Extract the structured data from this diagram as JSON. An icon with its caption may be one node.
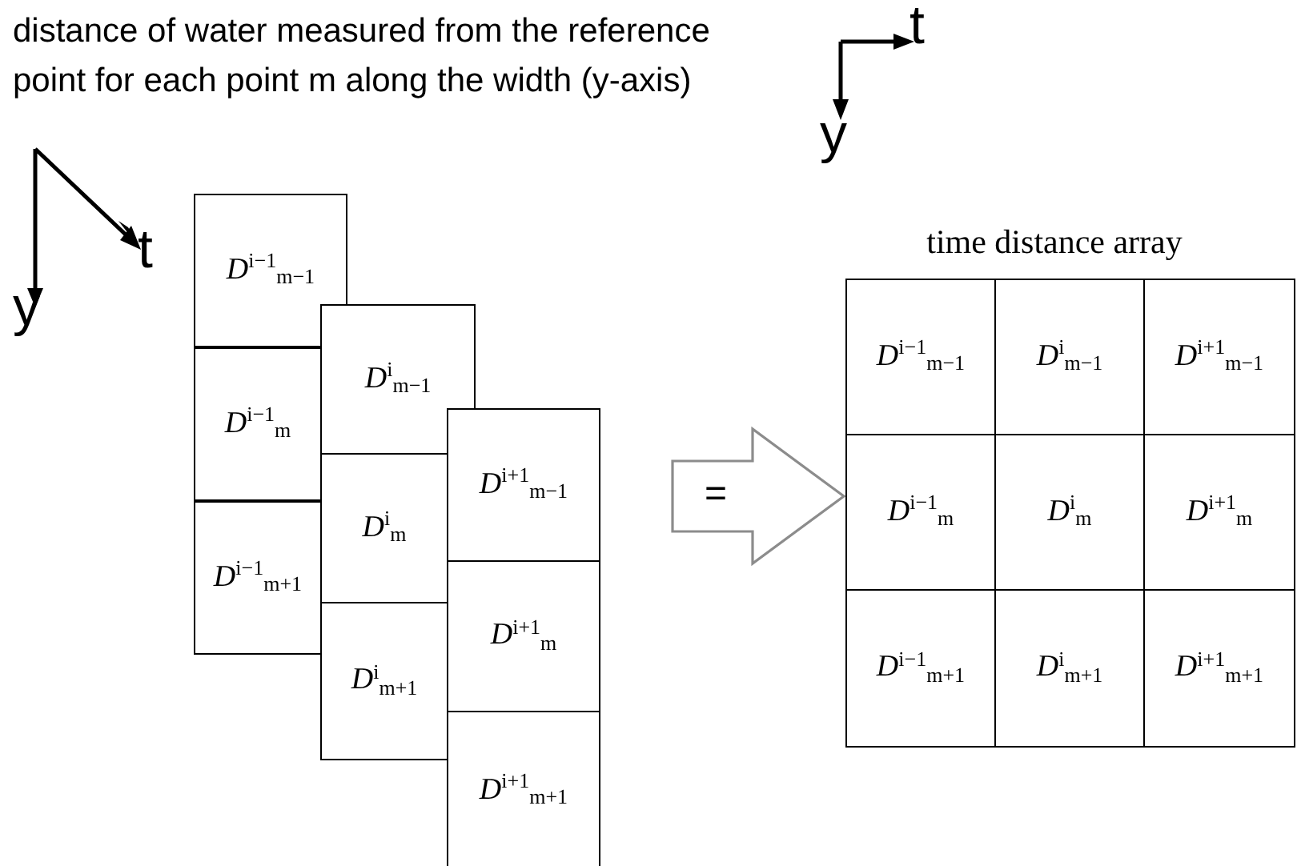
{
  "diagram": {
    "nodes": [
      {
        "text": [
          "D$^{i−1}$$_{m−1}$"
        ]
      },
      {
        "text": [
          "D$^{i−1}$$_{m}$"
        ]
      },
      {
        "text": [
          "D$^{i−1}$$_{m+1}$"
        ]
      },
      {
        "text": [
          "D$^{i}$$_{m−1}$"
        ]
      },
      {
        "text": [
          "D$^{i}$$_{m}$"
        ]
      },
      {
        "text": [
          "D$^{i}$$_{m+1}$"
        ]
      },
      {
        "text": [
          "D$^{i+1}$$_{m−1}$"
        ]
      },
      {
        "text": [
          "D$^{i+1}$$_{m}$"
        ]
      },
      {
        "text": [
          "D$^{i+1}$$_{m+1}$"
        ]
      },
      {
        "text": [
          "time distance array"
        ]
      },
      {
        "text": [
          "D$^{i−1}$$_{m−1}$"
        ],
        "in": 9
      },
      {
        "text": [
          "D$^{i}$$_{m−1}$"
        ],
        "in": 9
      },
      {
        "text": [
          "D$^{i+1}$$_{m−1}$"
        ],
        "in": 9
      },
      {
        "text": [
          "D$^{i−1}$$_{m}$"
        ],
        "in": 9
      },
      {
        "text": [
          "D$^{i}$$_{m}$"
        ],
        "in": 9
      },
      {
        "text": [
          "D$^{i+1}$$_{m}$"
        ],
        "in": 9
      },
      {
        "text": [
          "D$^{i−1}$$_{m+1}$"
        ],
        "in": 9
      },
      {
        "text": [
          "D$^{i}$$_{m+1}$"
        ],
        "in": 9
      },
      {
        "text": [
          "D$^{i+1}$$_{m+1}$"
        ],
        "in": 9
      }
    ],
    "edges": [
      {
        "from": null,
        "to": 9,
        "arrow": "to",
        "label": "="
      }
    ],
    "labels": [
      "distance of water measured from the reference point for each point m along the width (y-axis)",
      "t",
      "y",
      "t",
      "y"
    ]
  }
}
